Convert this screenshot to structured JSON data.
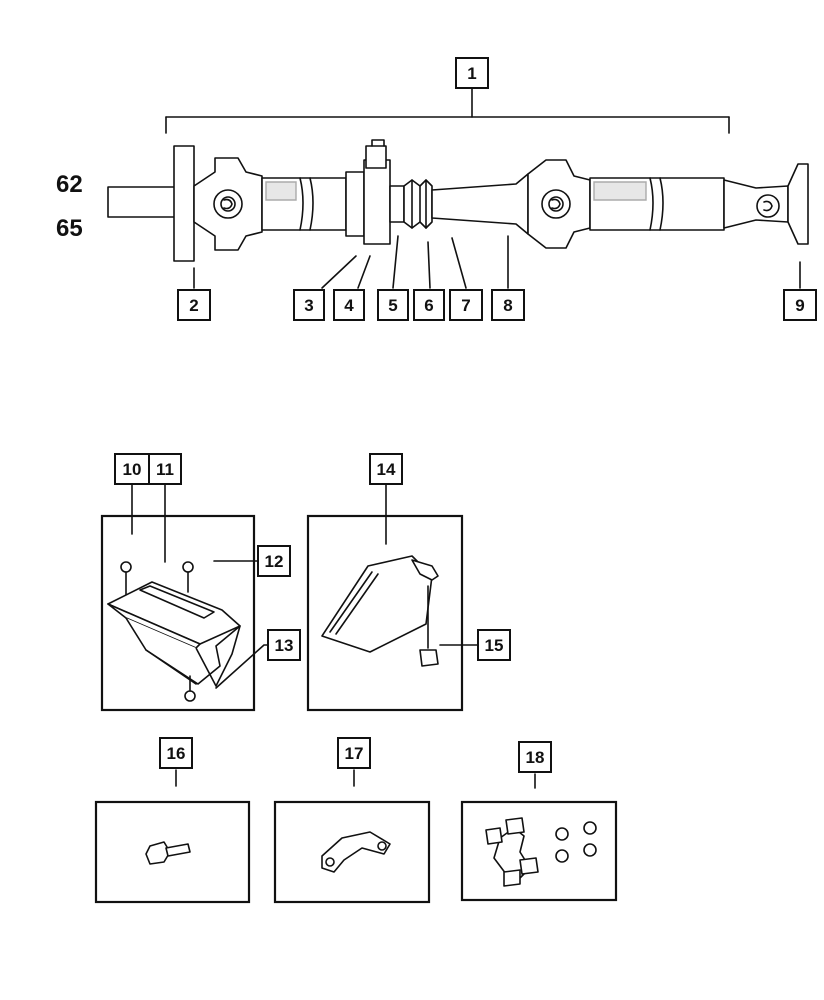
{
  "reference_numbers": [
    "62",
    "65"
  ],
  "callouts": [
    "1",
    "2",
    "3",
    "4",
    "5",
    "6",
    "7",
    "8",
    "9",
    "10",
    "11",
    "12",
    "13",
    "14",
    "15",
    "16",
    "17",
    "18"
  ]
}
